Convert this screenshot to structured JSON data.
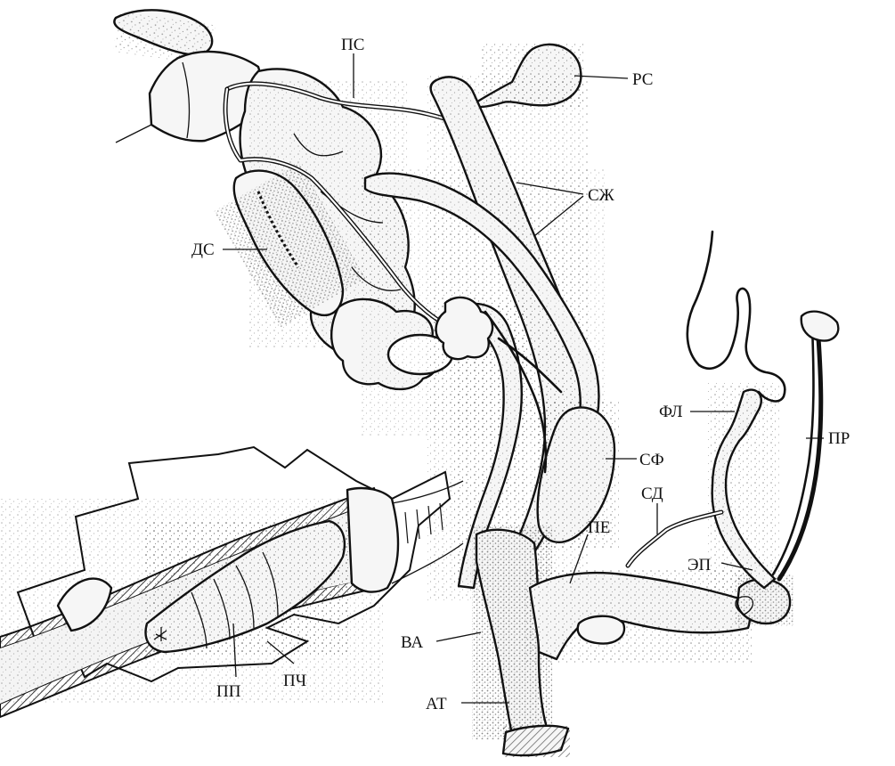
{
  "labels": {
    "ps": "ПС",
    "rs": "РС",
    "szh": "СЖ",
    "ds": "ДС",
    "fl": "ФЛ",
    "pr": "ПР",
    "sf": "СФ",
    "sd": "СД",
    "pe": "ПЕ",
    "ep": "ЭП",
    "va": "ВА",
    "at": "АТ",
    "pp": "ПП",
    "pch": "ПЧ"
  }
}
